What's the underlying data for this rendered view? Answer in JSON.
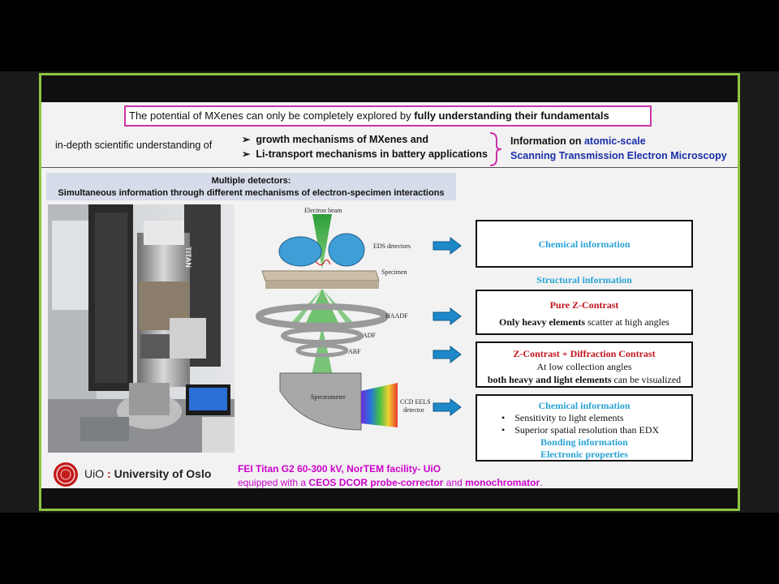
{
  "header": {
    "headline_plain": "The potential of MXenes can only be completely explored by ",
    "headline_bold": "fully understanding their fundamentals"
  },
  "understanding": {
    "lead": "in-depth scientific understanding of",
    "bullets": [
      "growth mechanisms of MXenes and",
      "Li-transport mechanisms in battery applications"
    ],
    "info_prefix": "Information on ",
    "info_accent": "atomic-scale",
    "technique": "Scanning Transmission Electron Microscopy"
  },
  "detectors": {
    "title": "Multiple detectors:",
    "subtitle": "Simultaneous information through different mechanisms of electron-specimen interactions"
  },
  "schematic": {
    "labels": {
      "beam": "Electron beam",
      "eds": "EDS detectors",
      "specimen": "Specimen",
      "haadf": "HAADF",
      "adf": "ADF",
      "abf": "ABF",
      "spectrometer": "Spectrometer",
      "ccd1": "CCD EELS",
      "ccd2": "detector"
    },
    "instrument_label": "TITAN"
  },
  "info": {
    "chem1": "Chemical information",
    "structural": "Structural information",
    "z_title": "Pure Z-Contrast",
    "z_bold": "Only heavy elements",
    "z_rest": " scatter at high angles",
    "zd_title": "Z-Contrast + Diffraction Contrast",
    "zd_line1": "At low collection angles",
    "zd_bold": "both heavy and light elements",
    "zd_rest": " can be visualized",
    "chem2": "Chemical information",
    "chem2_items": [
      "Sensitivity to light elements",
      "Superior spatial resolution than EDX"
    ],
    "bonding": "Bonding information",
    "electronic": "Electronic properties"
  },
  "footer": {
    "uio": "UiO",
    "university": "University of Oslo",
    "facility": "FEI Titan G2 60-300 kV, NorTEM facility- UiO",
    "equip_1": "equipped with a ",
    "equip_2": "CEOS DCOR probe-corrector",
    "equip_3": " and ",
    "equip_4": "monochromator",
    "equip_5": "."
  },
  "colors": {
    "border_green": "#8cc63f",
    "headline_border": "#cc33aa",
    "accent_blue": "#1a2fa8",
    "cyan": "#29a3d6",
    "red": "#c0141c",
    "magenta": "#cc00cc",
    "arrow": "#1e88c8"
  }
}
